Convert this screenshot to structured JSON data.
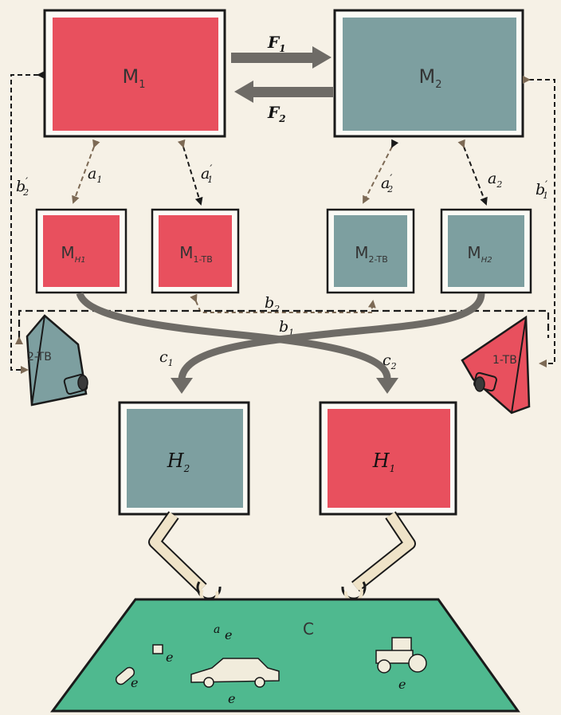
{
  "colors": {
    "paper": "#f6f1e6",
    "red": "#e8505e",
    "teal": "#7d9fa0",
    "green": "#4fb98f",
    "ink": "#1a1a1a",
    "link_brown": "#7d6a55"
  },
  "modules": {
    "m1": {
      "letter": "M",
      "sub": "1"
    },
    "m2": {
      "letter": "M",
      "sub": "2"
    },
    "mh1": {
      "letter": "M",
      "sub": "H1"
    },
    "m1tb": {
      "letter": "M",
      "sub": "1-TB"
    },
    "m2tb": {
      "letter": "M",
      "sub": "2-TB"
    },
    "mh2": {
      "letter": "M",
      "sub": "H2"
    }
  },
  "forces": {
    "f1": {
      "letter": "F",
      "sub": "1"
    },
    "f2": {
      "letter": "F",
      "sub": "2"
    }
  },
  "links": {
    "a1": {
      "letter": "a",
      "sub": "1"
    },
    "a1p": {
      "letter": "a",
      "sub": "1",
      "prime": "′"
    },
    "a2p": {
      "letter": "a",
      "sub": "2",
      "prime": "′"
    },
    "a2": {
      "letter": "a",
      "sub": "2"
    },
    "b1": {
      "letter": "b",
      "sub": "1"
    },
    "b2": {
      "letter": "b",
      "sub": "2"
    },
    "b1p": {
      "letter": "b",
      "sub": "1",
      "prime": "′"
    },
    "b2p": {
      "letter": "b",
      "sub": "2",
      "prime": "′"
    },
    "c1": {
      "letter": "c",
      "sub": "1"
    },
    "c2": {
      "letter": "c",
      "sub": "2"
    }
  },
  "cameras": {
    "tb2": "2-TB",
    "tb1": "1-TB"
  },
  "hands": {
    "h2": {
      "letter": "H",
      "sub": "2"
    },
    "h1": {
      "letter": "H",
      "sub": "1"
    }
  },
  "scene": {
    "label": "C",
    "objects": {
      "a": "a",
      "e_top": "e",
      "e_cube": "e",
      "e_cyl": "e",
      "e_car": "e",
      "e_tractor": "e"
    }
  }
}
